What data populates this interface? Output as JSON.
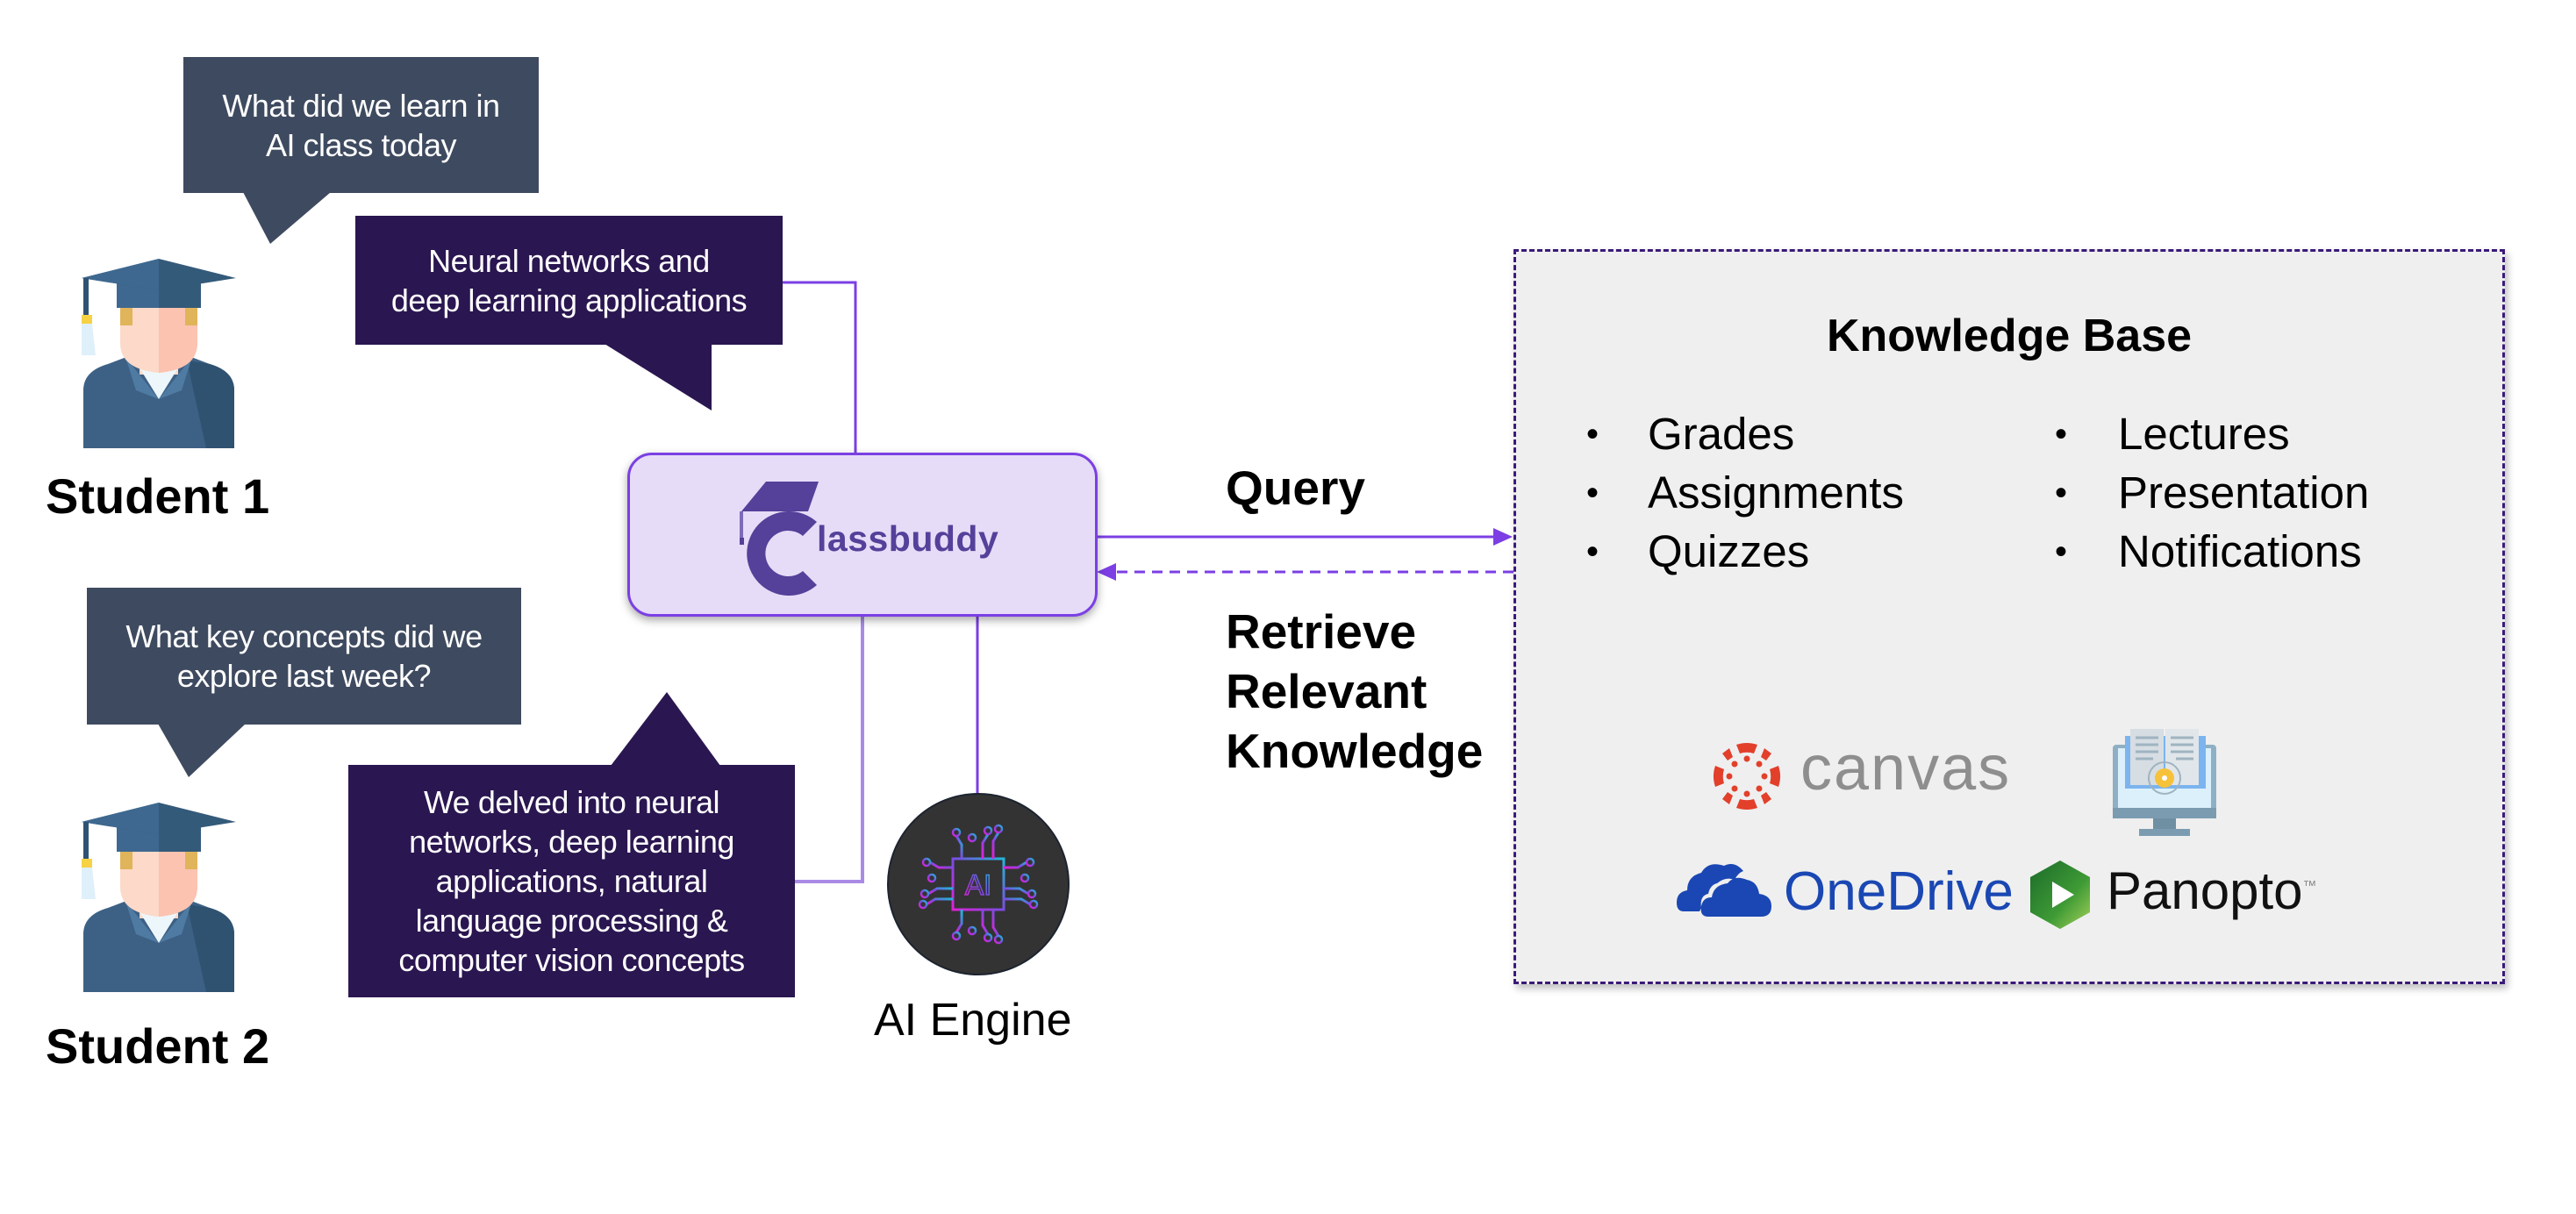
{
  "students": [
    {
      "label": "Student 1",
      "question": [
        "What did we learn in",
        "AI class today"
      ],
      "answer": [
        "Neural networks and",
        "deep learning applications"
      ]
    },
    {
      "label": "Student 2",
      "question": [
        "What key concepts did we",
        "explore last week?"
      ],
      "answer": [
        "We delved into neural",
        "networks, deep learning",
        "applications, natural",
        "language processing &",
        "computer vision concepts"
      ]
    }
  ],
  "assistant": {
    "brand_initial": "C",
    "brand_rest": "lassbuddy",
    "icon": "graduation-cap-c-logo"
  },
  "engine": {
    "label": "AI Engine",
    "icon": "ai-chip-icon"
  },
  "flows": {
    "query": "Query",
    "retrieve": [
      "Retrieve",
      "Relevant",
      "Knowledge"
    ]
  },
  "knowledge_base": {
    "title": "Knowledge Base",
    "column1": [
      "Grades",
      "Assignments",
      "Quizzes"
    ],
    "column2": [
      "Lectures",
      "Presentation",
      "Notifications"
    ],
    "sources": [
      {
        "name": "canvas",
        "icon": "canvas-logo-icon",
        "color": "#e2402b",
        "text_color": "#8e8e8e"
      },
      {
        "name": "",
        "icon": "elearning-monitor-icon"
      },
      {
        "name": "OneDrive",
        "icon": "onedrive-cloud-icon",
        "color": "#1a47b3"
      },
      {
        "name": "Panopto",
        "icon": "panopto-logo-icon",
        "color": "#2e7d32",
        "trademark": "™"
      }
    ]
  },
  "colors": {
    "question_bubble": "#3e4a5f",
    "answer_bubble": "#2a1650",
    "accent": "#7b3fe4",
    "brand": "#55409a",
    "kb_background": "#efefef"
  }
}
